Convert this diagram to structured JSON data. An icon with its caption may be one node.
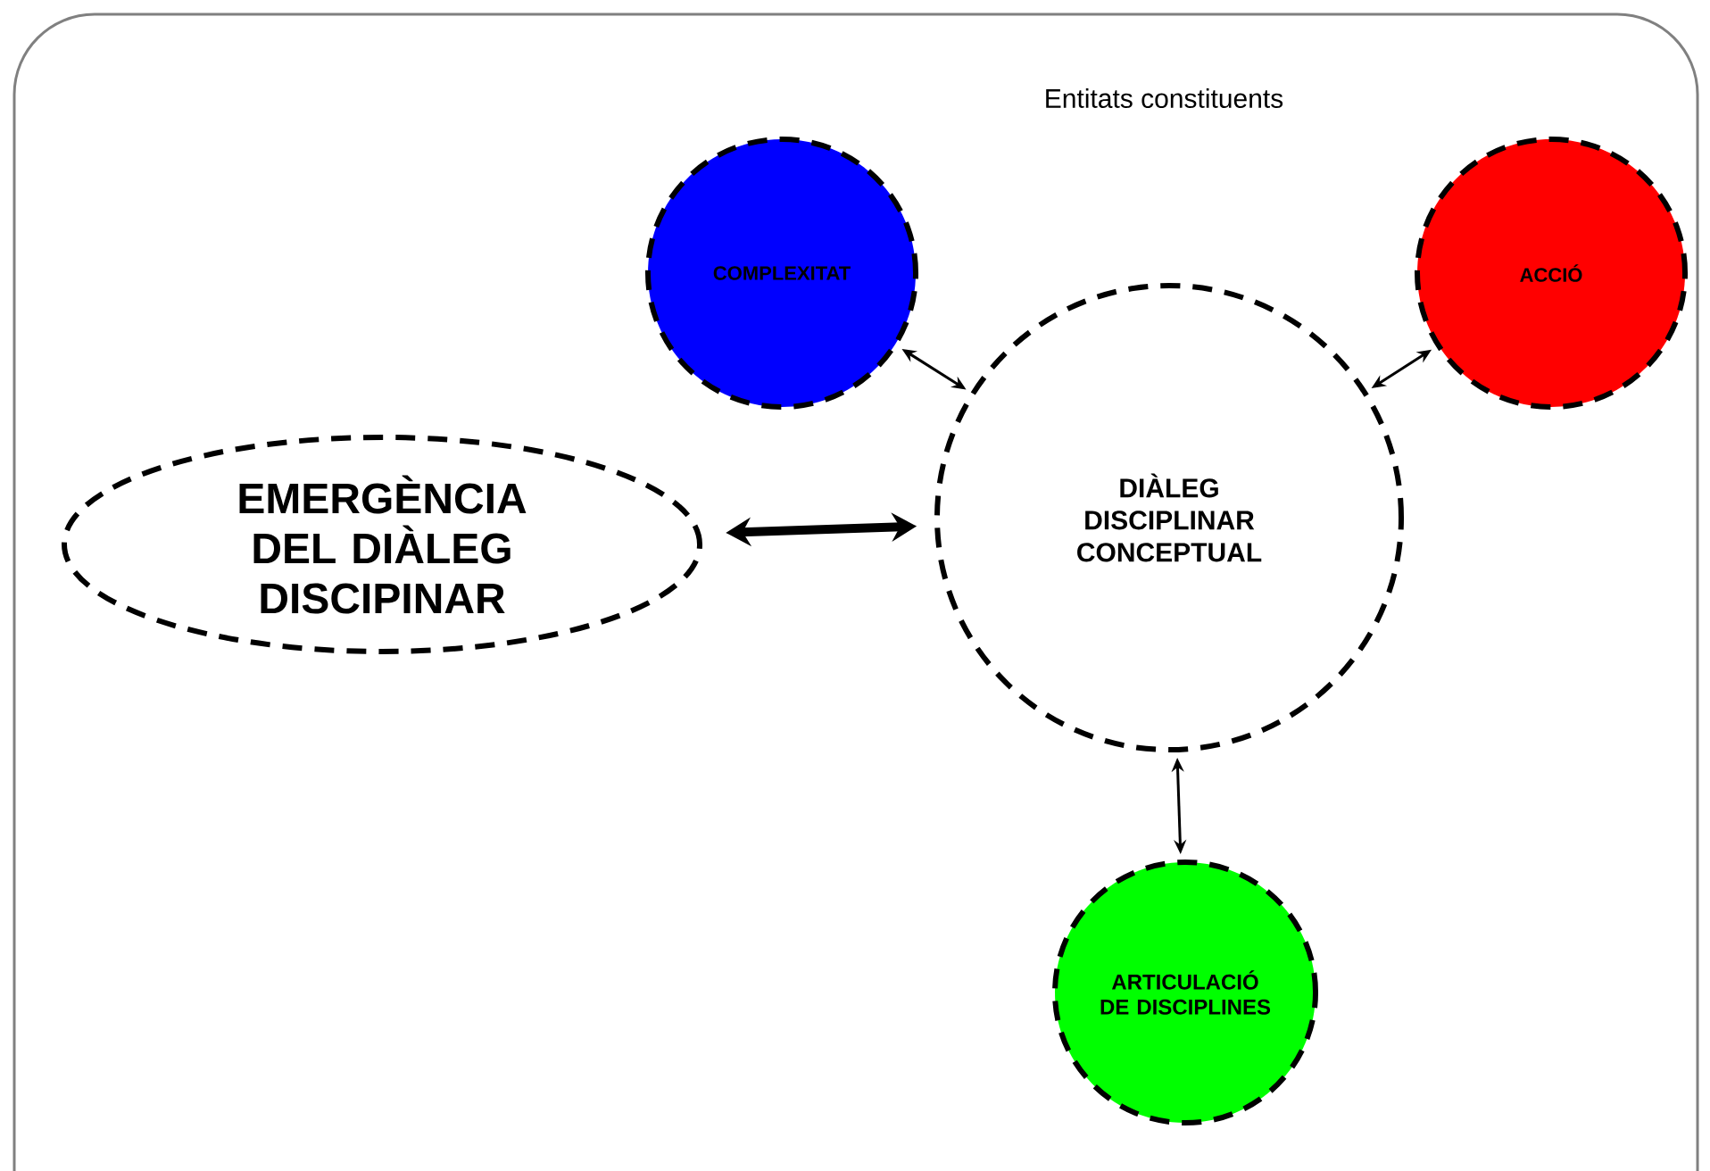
{
  "diagram": {
    "nodes": [
      {
        "text": [
          "COMPLEXITAT"
        ]
      },
      {
        "text": [
          "ACCIÓ"
        ]
      },
      {
        "text": [
          "EMERGÈNCIA DEL DIÀLEG DISCIPINAR"
        ]
      },
      {
        "text": [
          "DIÀLEG DISCIPLINAR CONCEPTUAL"
        ]
      },
      {
        "text": [
          "ARTICULACIÓ DE DISCIPLINES"
        ]
      }
    ],
    "edges": [
      {
        "from": 0,
        "to": 3,
        "arrow": "both"
      },
      {
        "from": 1,
        "to": 3,
        "arrow": "both"
      },
      {
        "from": 2,
        "to": 3,
        "arrow": "both",
        "style": "thick"
      },
      {
        "from": 3,
        "to": 4,
        "arrow": "both"
      }
    ],
    "labels": [
      "Entitats constituents"
    ]
  }
}
